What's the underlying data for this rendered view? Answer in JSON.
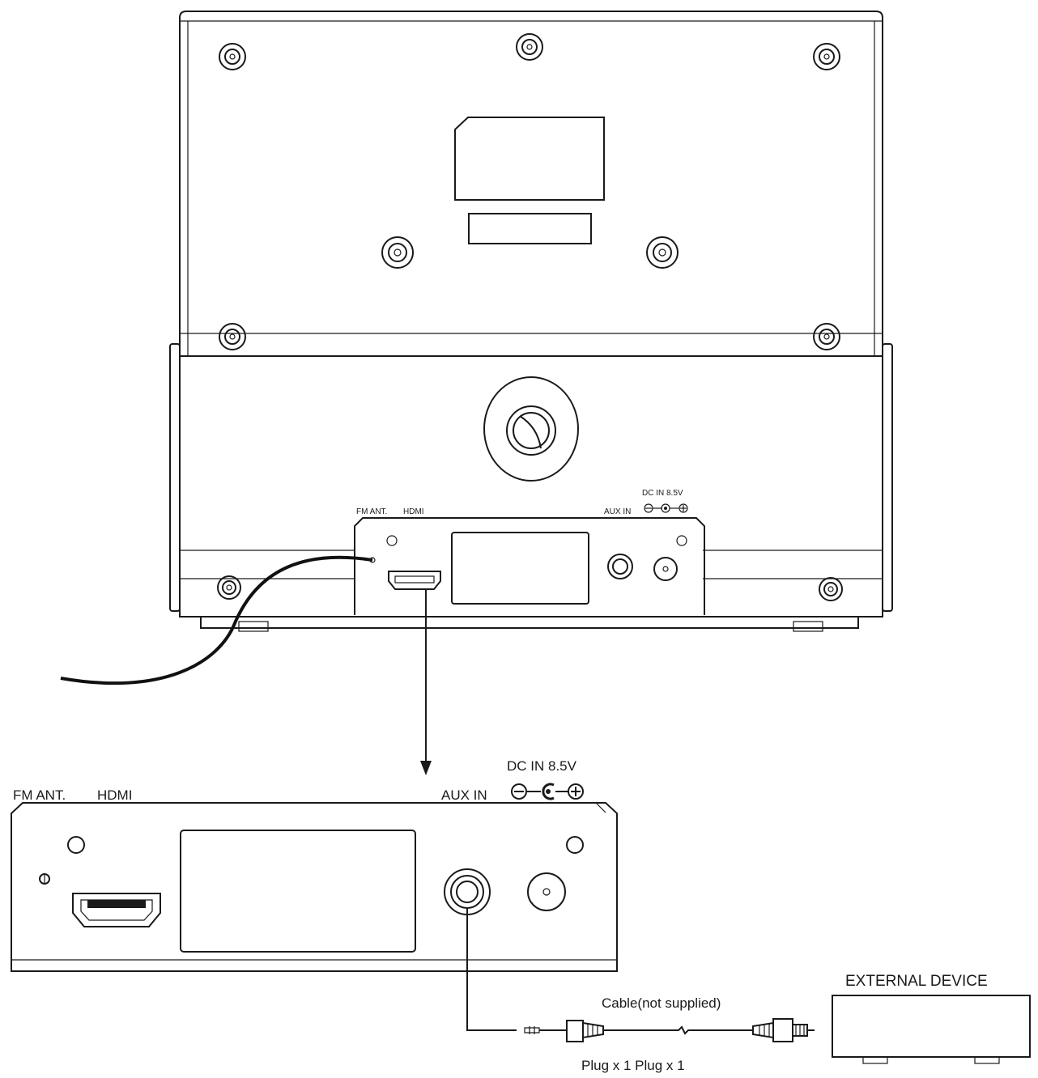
{
  "device_labels": {
    "fm_ant": "FM ANT.",
    "hdmi": "HDMI",
    "aux_in": "AUX IN",
    "dc_in": "DC IN 8.5V"
  },
  "zoom_labels": {
    "fm_ant": "FM ANT.",
    "hdmi": "HDMI",
    "aux_in": "AUX IN",
    "dc_in": "DC IN 8.5V"
  },
  "connection": {
    "cable_label": "Cable(not supplied)",
    "plug_label": "Plug x 1 Plug x 1",
    "external_device_label": "EXTERNAL DEVICE"
  }
}
